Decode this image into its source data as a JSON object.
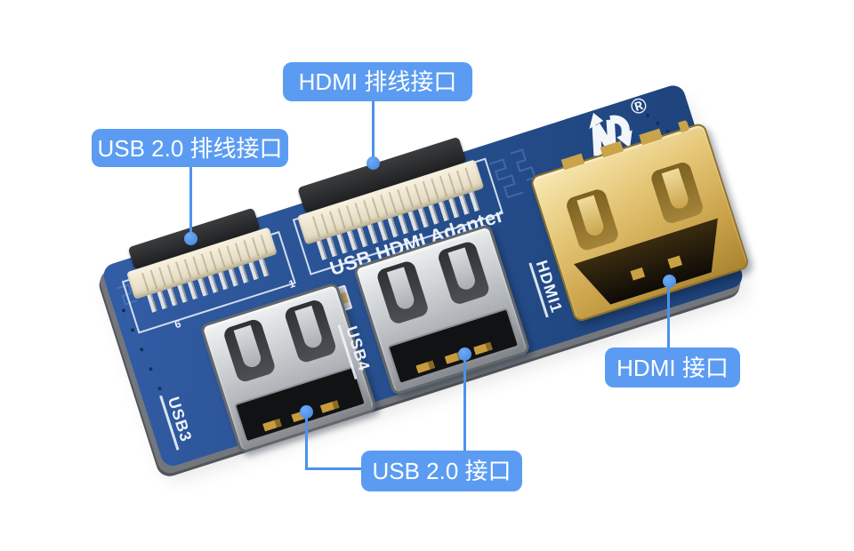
{
  "callouts": {
    "hdmi_ffc_label": "HDMI 排线接口",
    "usb_ffc_label": "USB 2.0 排线接口",
    "hdmi_port_label": "HDMI 接口",
    "usb_port_label": "USB 2.0 接口"
  },
  "board": {
    "brand": "Waveshare",
    "registered_mark": "®",
    "silkscreen_title": "USB HDMI Adapter",
    "port_labels": {
      "usb3": "USB3",
      "usb4": "USB4",
      "hdmi1": "HDMI1"
    },
    "ffc_pin_numbers": {
      "first": "6",
      "last": "1"
    }
  },
  "colors": {
    "callout_blue": "#5B9CF2",
    "leader_line_blue": "#4D92EC",
    "pcb_blue": "#27508F",
    "hdmi_gold": "#D9B85E",
    "usb_silver": "#C3C7CB"
  }
}
